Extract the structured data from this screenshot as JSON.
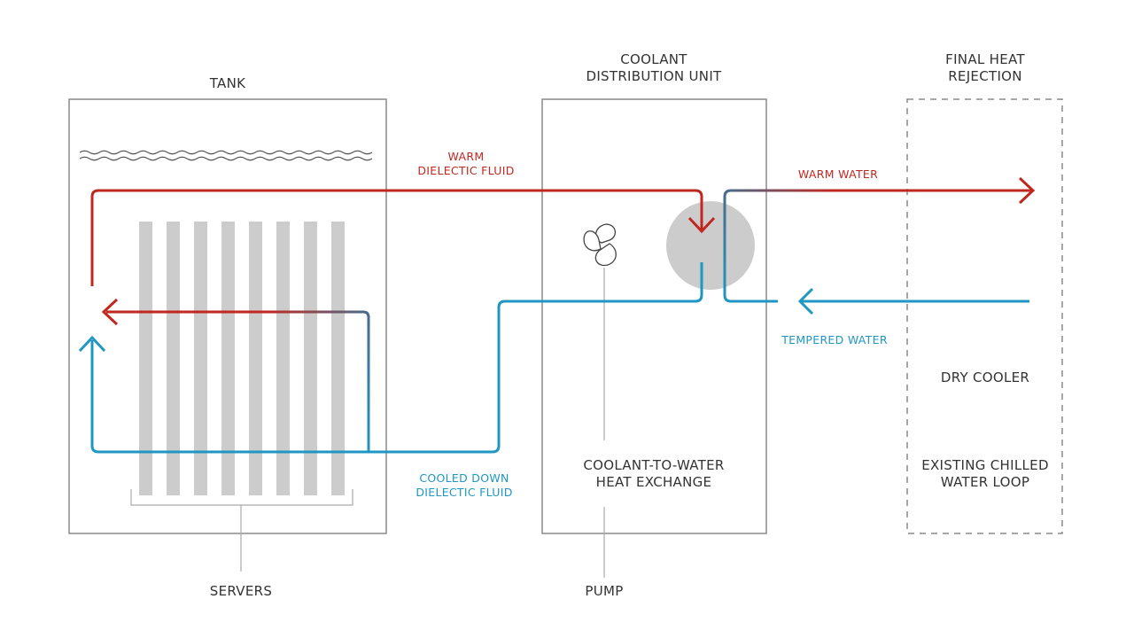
{
  "labels": {
    "tank": "TANK",
    "cdu_line1": "COOLANT",
    "cdu_line2": "DISTRIBUTION UNIT",
    "fhr_line1": "FINAL HEAT",
    "fhr_line2": "REJECTION",
    "warm_fluid_line1": "WARM",
    "warm_fluid_line2": "DIELECTIC FLUID",
    "cooled_fluid_line1": "COOLED DOWN",
    "cooled_fluid_line2": "DIELECTIC FLUID",
    "warm_water": "WARM WATER",
    "tempered_water": "TEMPERED WATER",
    "dry_cooler": "DRY COOLER",
    "chilled_line1": "EXISTING CHILLED",
    "chilled_line2": "WATER LOOP",
    "hx_line1": "COOLANT-TO-WATER",
    "hx_line2": "HEAT EXCHANGE",
    "servers": "SERVERS",
    "pump": "PUMP"
  },
  "colors": {
    "warm": "#c0281f",
    "cool": "#1f97c2",
    "box": "#8a8a8a",
    "server": "#cccccc",
    "exchanger": "#cccccc",
    "text": "#333333"
  },
  "icons": {
    "pump": "pump-icon",
    "heat_exchanger": "heat-exchanger-icon",
    "liquid_surface": "wave-icon"
  }
}
